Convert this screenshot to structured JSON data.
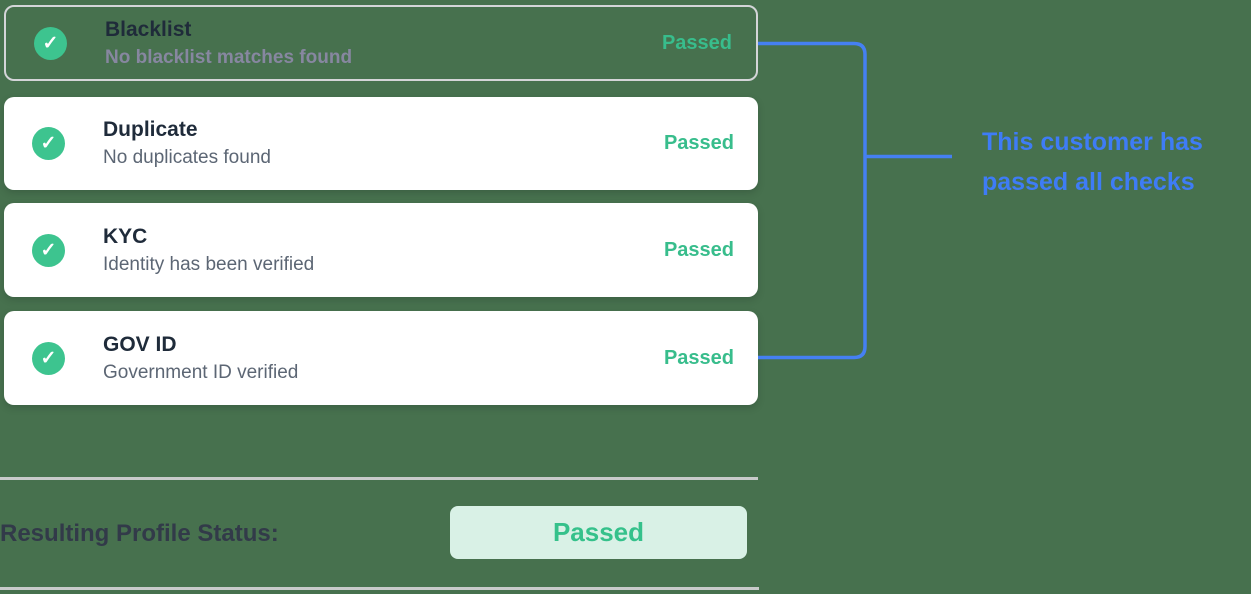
{
  "colors": {
    "background": "#47714E",
    "card_bg": "#FFFFFF",
    "highlight_card_border": "#D4D5D8",
    "check_circle_green": "#3DC48F",
    "status_green": "#38BD8C",
    "title_navy": "#1F2B3A",
    "subtitle_gray": "#5C6674",
    "highlight_subtitle_gray": "#8787A0",
    "bracket_blue": "#4580F2",
    "annotation_blue": "#3E7CF6",
    "divider_gray": "#C8CACA",
    "result_button_bg": "#D9F1E6",
    "result_label_navy": "#323A49"
  },
  "icons": {
    "check": "✓"
  },
  "checks": [
    {
      "title": "Blacklist",
      "subtitle": "No blacklist matches found",
      "status": "Passed",
      "highlighted": true
    },
    {
      "title": "Duplicate",
      "subtitle": "No duplicates found",
      "status": "Passed",
      "highlighted": false
    },
    {
      "title": "KYC",
      "subtitle": "Identity has been verified",
      "status": "Passed",
      "highlighted": false
    },
    {
      "title": "GOV ID",
      "subtitle": "Government ID verified",
      "status": "Passed",
      "highlighted": false
    }
  ],
  "annotation": {
    "line1": "This customer has",
    "line2": "passed all checks"
  },
  "result": {
    "label": "Resulting Profile Status:",
    "status": "Passed"
  }
}
